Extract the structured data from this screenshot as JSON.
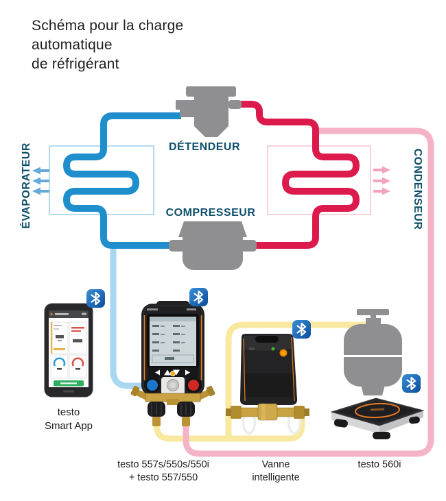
{
  "title": {
    "line1": "Schéma pour la charge",
    "line2": "automatique",
    "line3": "de réfrigérant"
  },
  "cycle_labels": {
    "expansion_valve": "DÉTENDEUR",
    "evaporator": "ÉVAPORATEUR",
    "condenser": "CONDENSEUR",
    "compressor": "COMPRESSEUR"
  },
  "device_labels": {
    "app_line1": "testo",
    "app_line2": "Smart App",
    "manifold_line1": "testo 557s/550s/550i",
    "manifold_line2": "+ testo 557/550",
    "valve_line1": "Vanne",
    "valve_line2": "intelligente",
    "scale": "testo 560i"
  },
  "icons": {
    "bluetooth": "bluetooth-icon"
  },
  "colors": {
    "hot_line": "#dc1a4b",
    "cold_line": "#1e8ecd",
    "hose_yellow": "#f9e9a0",
    "hose_pink": "#f5b3c7",
    "hose_light_blue": "#a9d6f0",
    "box_cold_border": "#8cc6e8",
    "box_hot_border": "#f2b7ca",
    "arrow_blue": "#66abd8",
    "arrow_pink": "#f2a3bd",
    "component_gray": "#8f8f91",
    "label_teal": "#0d4f6b",
    "bluetooth_blue": "#1566ad"
  }
}
